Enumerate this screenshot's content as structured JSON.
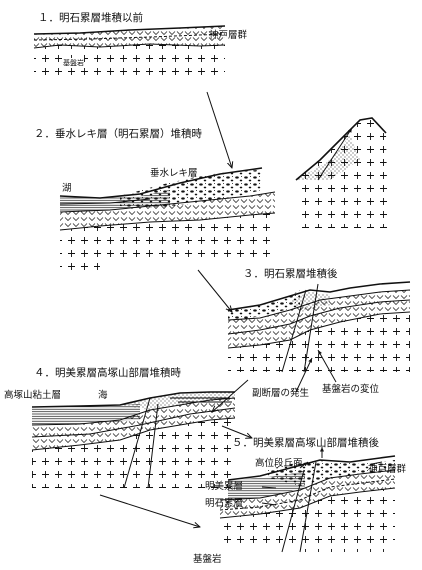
{
  "colors": {
    "ink": "#111111",
    "paper": "#ffffff"
  },
  "steps": {
    "s1": {
      "title": "１．明石累層堆積以前",
      "kobe": "神戸層群",
      "basement": "基盤岩"
    },
    "s2": {
      "title": "２．垂水レキ層（明石累層）堆積時",
      "tarumi": "垂水レキ層",
      "lake": "湖"
    },
    "s3": {
      "title": "３．明石累層堆積後",
      "fault": "副断層の発生",
      "basedisp": "基盤岩の変位"
    },
    "s4": {
      "title": "４．明美累層高塚山部層堆積時",
      "clay": "高塚山粘土層",
      "sea": "海"
    },
    "s5": {
      "title": "５．明美累層高塚山部層堆積後",
      "terrace": "高位段丘面",
      "kobe": "神戸層群",
      "akemi": "明美累層",
      "akashi": "明石累層",
      "basement": "基盤岩"
    }
  }
}
